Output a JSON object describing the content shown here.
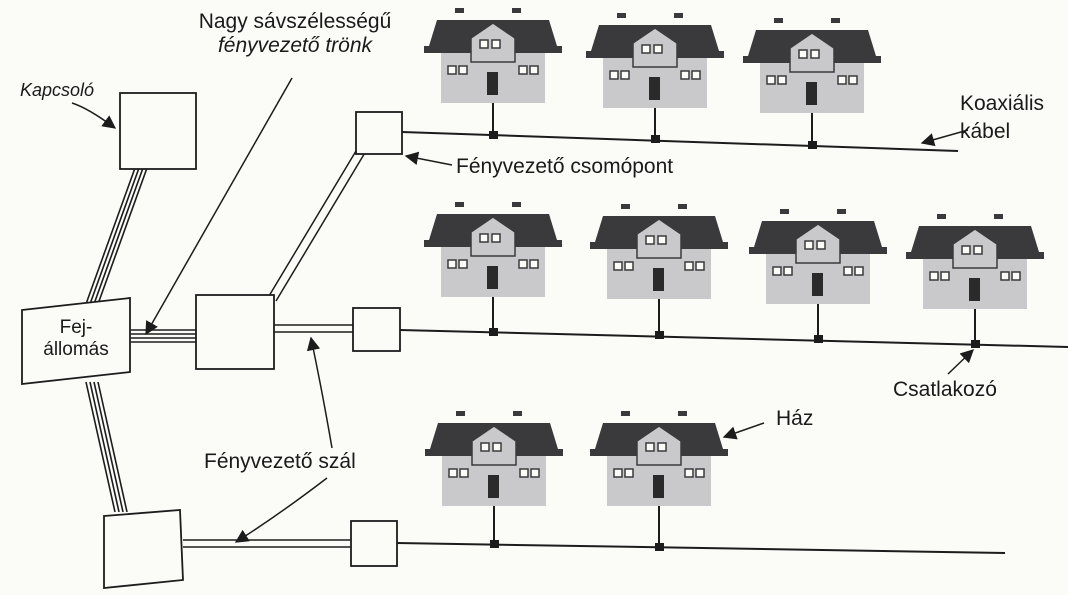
{
  "labels": {
    "switch": "Kapcsoló",
    "trunk_line1": "Nagy sávszélességű",
    "trunk_line2": "fényvezető trönk",
    "headend_line1": "Fej-",
    "headend_line2": "állomás",
    "fiber_node": "Fényvezető csomópont",
    "coax_line1": "Koaxiális",
    "coax_line2": "kábel",
    "connector": "Csatlakozó",
    "house": "Ház",
    "fiber": "Fényvezető szál"
  },
  "rows": [
    {
      "houses": 3
    },
    {
      "houses": 4
    },
    {
      "houses": 2
    }
  ],
  "colors": {
    "roof": "#3a3a3c",
    "wall": "#c9c9cb",
    "line": "#1c1c1c",
    "paper": "#fbfbf8"
  }
}
